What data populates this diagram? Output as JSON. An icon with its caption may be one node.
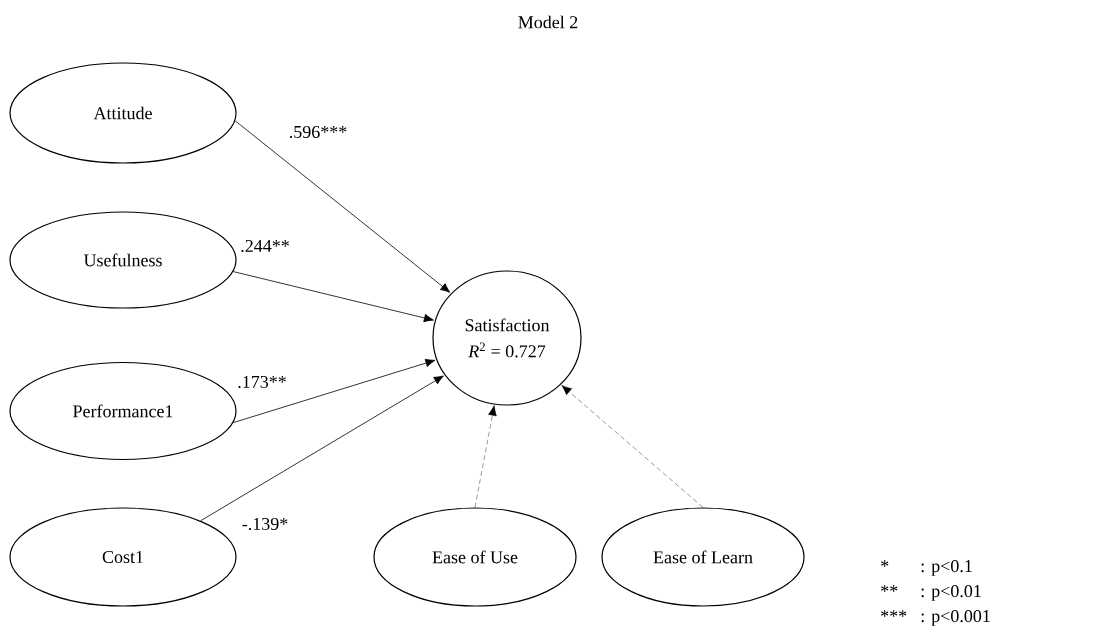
{
  "diagram": {
    "title": "Model 2",
    "nodes": [
      {
        "text": [
          "Attitude"
        ]
      },
      {
        "text": [
          "Usefulness"
        ]
      },
      {
        "text": [
          "Performance1"
        ]
      },
      {
        "text": [
          "Cost1"
        ]
      },
      {
        "text": [
          "Satisfaction",
          "*R*$^{2}$ = 0.727"
        ]
      },
      {
        "text": [
          "Ease of Use"
        ]
      },
      {
        "text": [
          "Ease of Learn"
        ]
      }
    ],
    "edges": [
      {
        "from": 0,
        "to": 4,
        "arrow": "to",
        "label": ".596***"
      },
      {
        "from": 1,
        "to": 4,
        "arrow": "to",
        "label": ".244**"
      },
      {
        "from": 2,
        "to": 4,
        "arrow": "to",
        "label": ".173**"
      },
      {
        "from": 3,
        "to": 4,
        "arrow": "to",
        "label": "-.139*"
      },
      {
        "from": 5,
        "to": 4,
        "arrow": "to",
        "style": "dashed"
      },
      {
        "from": 6,
        "to": 4,
        "arrow": "to",
        "style": "dashed"
      }
    ],
    "labels": [
      "*",
      ": p<0.1",
      "**",
      ": p<0.01",
      "***",
      ": p<0.001"
    ]
  }
}
